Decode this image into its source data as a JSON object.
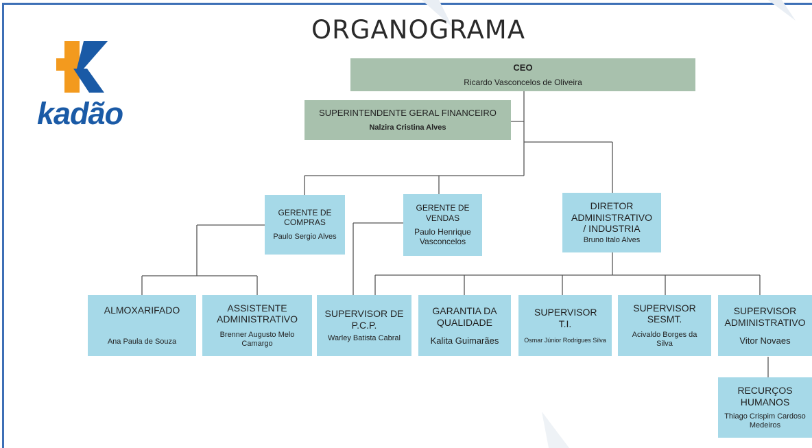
{
  "title": "ORGANOGRAMA",
  "logo": {
    "text": "kadão",
    "colors": {
      "k_orange": "#f39a1e",
      "k_blue": "#1a5aa6"
    }
  },
  "colors": {
    "exec_box": "#a8c1ad",
    "dept_box": "#a6d9e8",
    "frame": "#3d6fb6",
    "connector": "#555555"
  },
  "nodes": {
    "ceo": {
      "role": "CEO",
      "name": "Ricardo Vasconcelos de Oliveira"
    },
    "financeiro": {
      "role": "SUPERINTENDENTE GERAL FINANCEIRO",
      "name": "Nalzira Cristina Alves"
    },
    "compras": {
      "role": "GERENTE DE COMPRAS",
      "name": "Paulo Sergio Alves"
    },
    "vendas": {
      "role": "GERENTE DE VENDAS",
      "name": "Paulo Henrique Vasconcelos"
    },
    "diretor": {
      "role": "DIRETOR ADMINISTRATIVO / INDUSTRIA",
      "name": "Bruno Italo Alves"
    },
    "almoxarifado": {
      "role": "ALMOXARIFADO",
      "name": "Ana Paula de Souza"
    },
    "assistente": {
      "role": "ASSISTENTE ADMINISTRATIVO",
      "name": "Brenner Augusto Melo Camargo"
    },
    "pcp": {
      "role": "SUPERVISOR DE P.C.P.",
      "name": "Warley Batista Cabral"
    },
    "qualidade": {
      "role": "GARANTIA DA QUALIDADE",
      "name": "Kalita Guimarães"
    },
    "ti": {
      "role": "SUPERVISOR T.I.",
      "name": "Osmar Júnior Rodrigues Silva"
    },
    "sesmt": {
      "role": "SUPERVISOR SESMT.",
      "name": "Acivaldo Borges da Silva"
    },
    "admin": {
      "role": "SUPERVISOR ADMINISTRATIVO",
      "name": "Vitor Novaes"
    },
    "rh": {
      "role": "RECURÇOS HUMANOS",
      "name": "Thiago Crispim Cardoso Medeiros"
    }
  }
}
